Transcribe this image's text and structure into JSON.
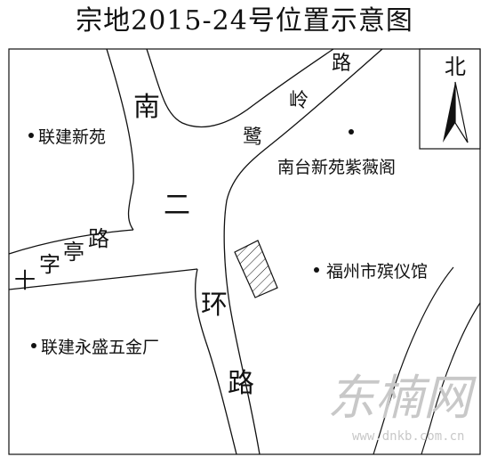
{
  "title": "宗地2015-24号位置示意图",
  "north_label": "北",
  "roads": {
    "nan_er_huan": [
      "南",
      "二",
      "环",
      "路"
    ],
    "lu_ling": [
      "路",
      "岭",
      "鹭"
    ],
    "shi_zi_ting": [
      "十",
      "字",
      "亭",
      "路"
    ]
  },
  "places": {
    "lianjian_xinyuan": "联建新苑",
    "nantai_xinyuan": "南台新苑紫薇阁",
    "fuzhou_binyiguan": "福州市殡仪馆",
    "lianjian_yongsheng": "联建永盛五金厂"
  },
  "watermark": {
    "text": "东楠网",
    "url": "www.dnkb.com.cn"
  },
  "colors": {
    "line": "#111111",
    "watermark": "#c8c8c8"
  }
}
